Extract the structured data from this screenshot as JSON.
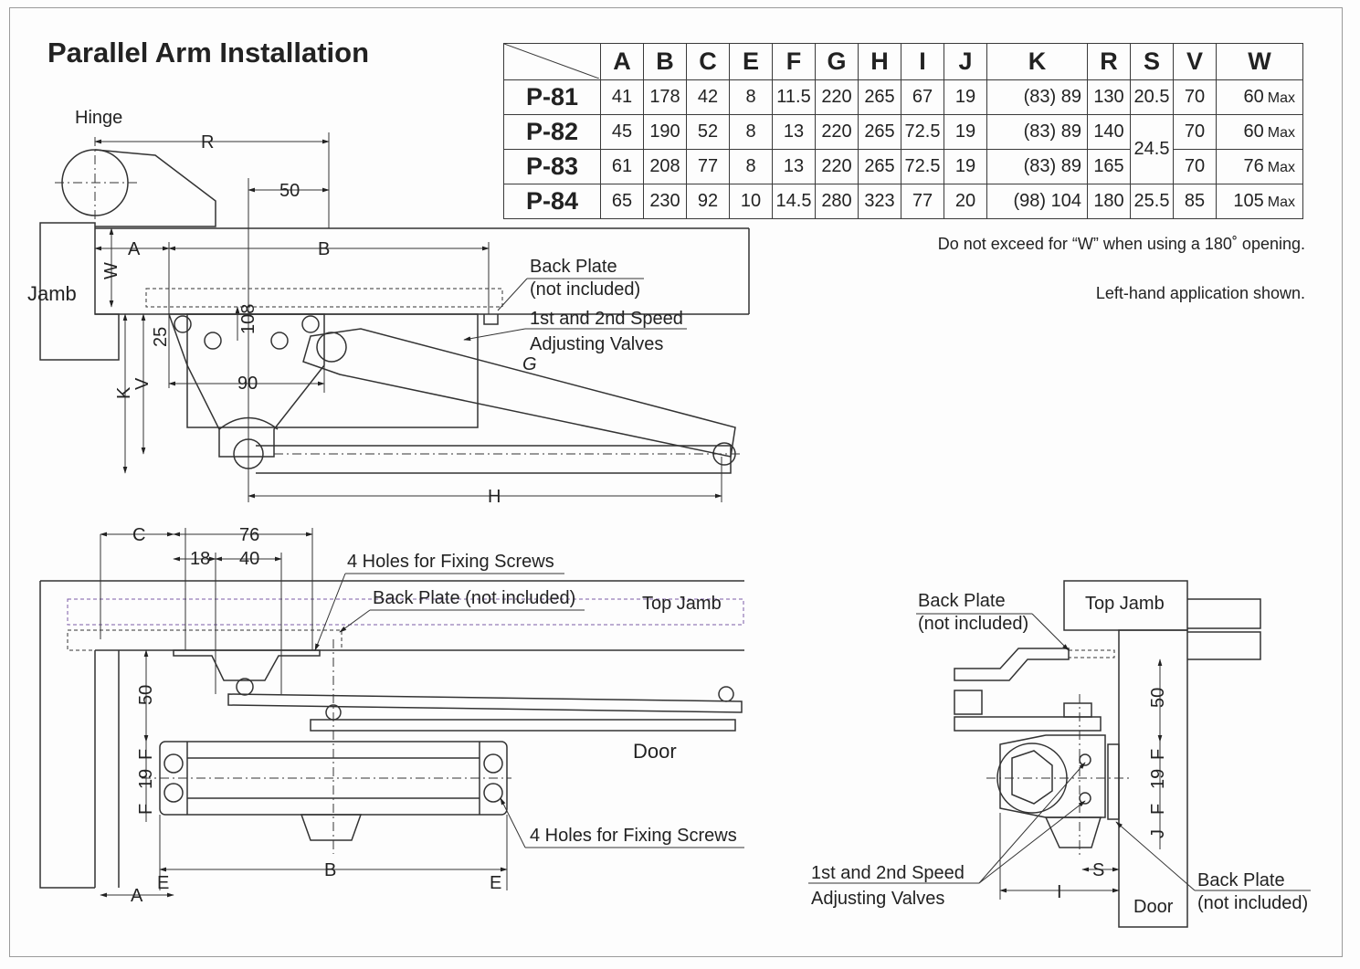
{
  "title": "Parallel Arm Installation",
  "table": {
    "headers": [
      "A",
      "B",
      "C",
      "E",
      "F",
      "G",
      "H",
      "I",
      "J",
      "K",
      "R",
      "S",
      "V",
      "W"
    ],
    "rows": [
      {
        "model": "P-81",
        "A": "41",
        "B": "178",
        "C": "42",
        "E": "8",
        "F": "11.5",
        "G": "220",
        "H": "265",
        "I": "67",
        "J": "19",
        "K": "(83)  89",
        "R": "130",
        "S": "20.5",
        "V": "70",
        "W": "60",
        "W_unit": "Max"
      },
      {
        "model": "P-82",
        "A": "45",
        "B": "190",
        "C": "52",
        "E": "8",
        "F": "13",
        "G": "220",
        "H": "265",
        "I": "72.5",
        "J": "19",
        "K": "(83)  89",
        "R": "140",
        "S": "24.5",
        "V": "70",
        "W": "60",
        "W_unit": "Max"
      },
      {
        "model": "P-83",
        "A": "61",
        "B": "208",
        "C": "77",
        "E": "8",
        "F": "13",
        "G": "220",
        "H": "265",
        "I": "72.5",
        "J": "19",
        "K": "(83)  89",
        "R": "165",
        "V": "70",
        "W": "76",
        "W_unit": "Max"
      },
      {
        "model": "P-84",
        "A": "65",
        "B": "230",
        "C": "92",
        "E": "10",
        "F": "14.5",
        "G": "280",
        "H": "323",
        "I": "77",
        "J": "20",
        "K": "(98) 104",
        "R": "180",
        "S": "25.5",
        "V": "85",
        "W": "105",
        "W_unit": "Max"
      }
    ]
  },
  "notes": {
    "w_limit": "Do not exceed for “W” when using a 180˚ opening.",
    "left_hand": "Left-hand application shown."
  },
  "top_view": {
    "hinge": "Hinge",
    "jamb": "Jamb",
    "back_plate_1": "Back Plate",
    "back_plate_2": "(not included)",
    "valves_1": "1st and 2nd Speed",
    "valves_2": "Adjusting Valves",
    "dim_R": "R",
    "dim_50": "50",
    "dim_A": "A",
    "dim_B": "B",
    "dim_W": "W",
    "dim_25": "25",
    "dim_108": "108",
    "dim_90": "90",
    "dim_V": "V",
    "dim_K": "K",
    "dim_G": "G",
    "dim_H": "H"
  },
  "front_view": {
    "dim_C": "C",
    "dim_76": "76",
    "dim_18": "18",
    "dim_40": "40",
    "holes_top": "4 Holes for Fixing Screws",
    "back_plate": "Back Plate (not included)",
    "top_jamb": "Top Jamb",
    "dim_50": "50",
    "door": "Door",
    "dim_F1": "F",
    "dim_19": "19",
    "dim_F2": "F",
    "holes_bottom": "4 Holes for Fixing Screws",
    "dim_B": "B",
    "dim_E1": "E",
    "dim_E2": "E",
    "dim_A": "A"
  },
  "side_view": {
    "back_plate_1": "Back Plate",
    "back_plate_2": "(not included)",
    "top_jamb": "Top Jamb",
    "dim_50": "50",
    "dim_F1": "F",
    "dim_19": "19",
    "dim_F2": "F",
    "dim_J": "J",
    "dim_S": "S",
    "dim_I": "I",
    "valves_1": "1st and 2nd Speed",
    "valves_2": "Adjusting Valves",
    "door": "Door",
    "back_plate_b1": "Back Plate",
    "back_plate_b2": "(not included)"
  }
}
